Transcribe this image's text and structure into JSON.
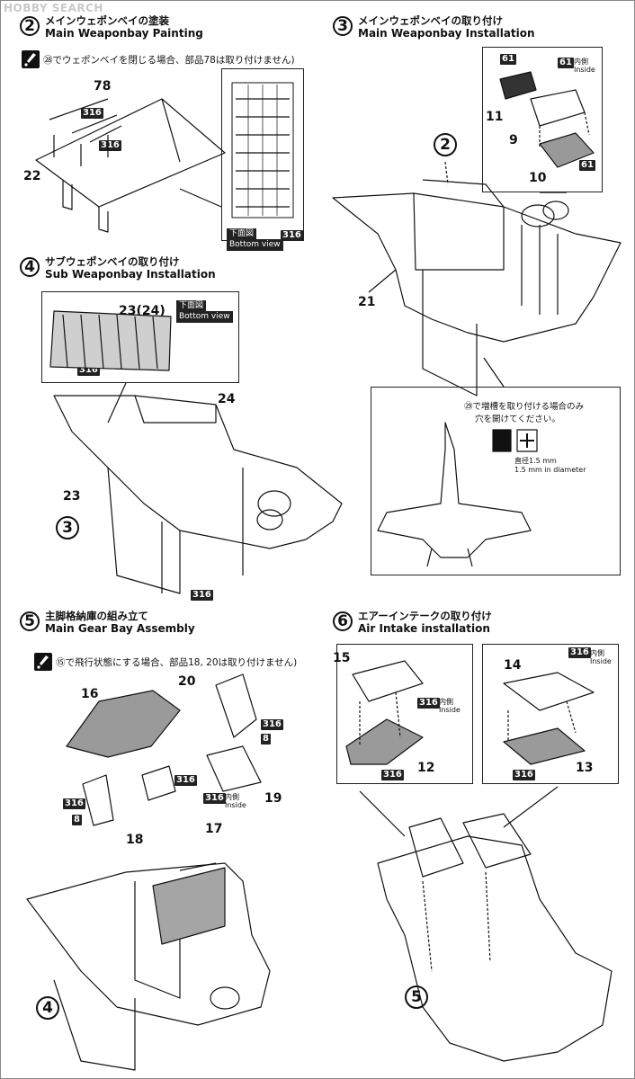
{
  "watermark": "HOBBY SEARCH",
  "steps": {
    "s2": {
      "num": "2",
      "ja": "メインウェポンベイの塗装",
      "en": "Main Weaponbay Painting"
    },
    "s3": {
      "num": "3",
      "ja": "メインウェポンベイの取り付け",
      "en": "Main Weaponbay Installation"
    },
    "s4": {
      "num": "4",
      "ja": "サブウェポンベイの取り付け",
      "en": "Sub Weaponbay Installation"
    },
    "s5": {
      "num": "5",
      "ja": "主脚格納庫の組み立て",
      "en": "Main Gear Bay Assembly"
    },
    "s6": {
      "num": "6",
      "ja": "エアーインテークの取り付け",
      "en": "Air Intake installation"
    }
  },
  "notes": {
    "s2_note": "㉘でウェポンベイを閉じる場合、部品78は取り付けません)",
    "s5_note": "⑮で飛行状態にする場合、部品18, 20は取り付けません)",
    "s3_drill_line1": "㉙で増槽を取り付ける場合のみ",
    "s3_drill_line2": "穴を開けてください。",
    "drill_ja": "直径1.5 mm",
    "drill_en": "1.5 mm in diameter"
  },
  "view_labels": {
    "bottom_ja": "下面図",
    "bottom_en": "Bottom view",
    "inside_ja": "内側",
    "inside_en": "Inside"
  },
  "color_codes": {
    "c316": "316",
    "c61": "61",
    "c8": "8"
  },
  "parts": {
    "p78": "78",
    "p22": "22",
    "p21": "21",
    "p11": "11",
    "p9": "9",
    "p10": "10",
    "p2_ref": "2",
    "p23_24": "23(24)",
    "p24": "24",
    "p23": "23",
    "p3_ref": "3",
    "p16": "16",
    "p20": "20",
    "p19": "19",
    "p17": "17",
    "p18": "18",
    "p4_ref": "4",
    "p15": "15",
    "p12": "12",
    "p14": "14",
    "p13": "13",
    "p5_ref": "5"
  },
  "colors": {
    "ink": "#111111",
    "gray_fill": "#9a9a9a",
    "light_gray": "#c8c8c8",
    "paper": "#ffffff"
  }
}
